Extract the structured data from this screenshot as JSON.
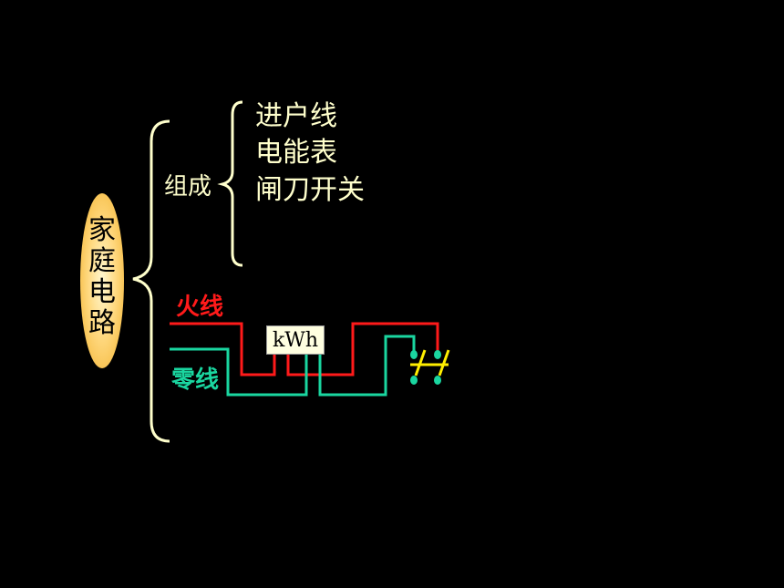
{
  "title": {
    "chars": [
      "家",
      "庭",
      "电",
      "路"
    ]
  },
  "group": {
    "label": "组成",
    "items": [
      "进户线",
      "电能表",
      "闸刀开关"
    ]
  },
  "circuit": {
    "live_label": "火线",
    "neutral_label": "零线",
    "meter_label": "kWh"
  },
  "colors": {
    "background": "#000000",
    "text": "#ffffcc",
    "live_wire": "#ff1a1a",
    "neutral_wire": "#1ad6a0",
    "switch": "#ffee00"
  }
}
